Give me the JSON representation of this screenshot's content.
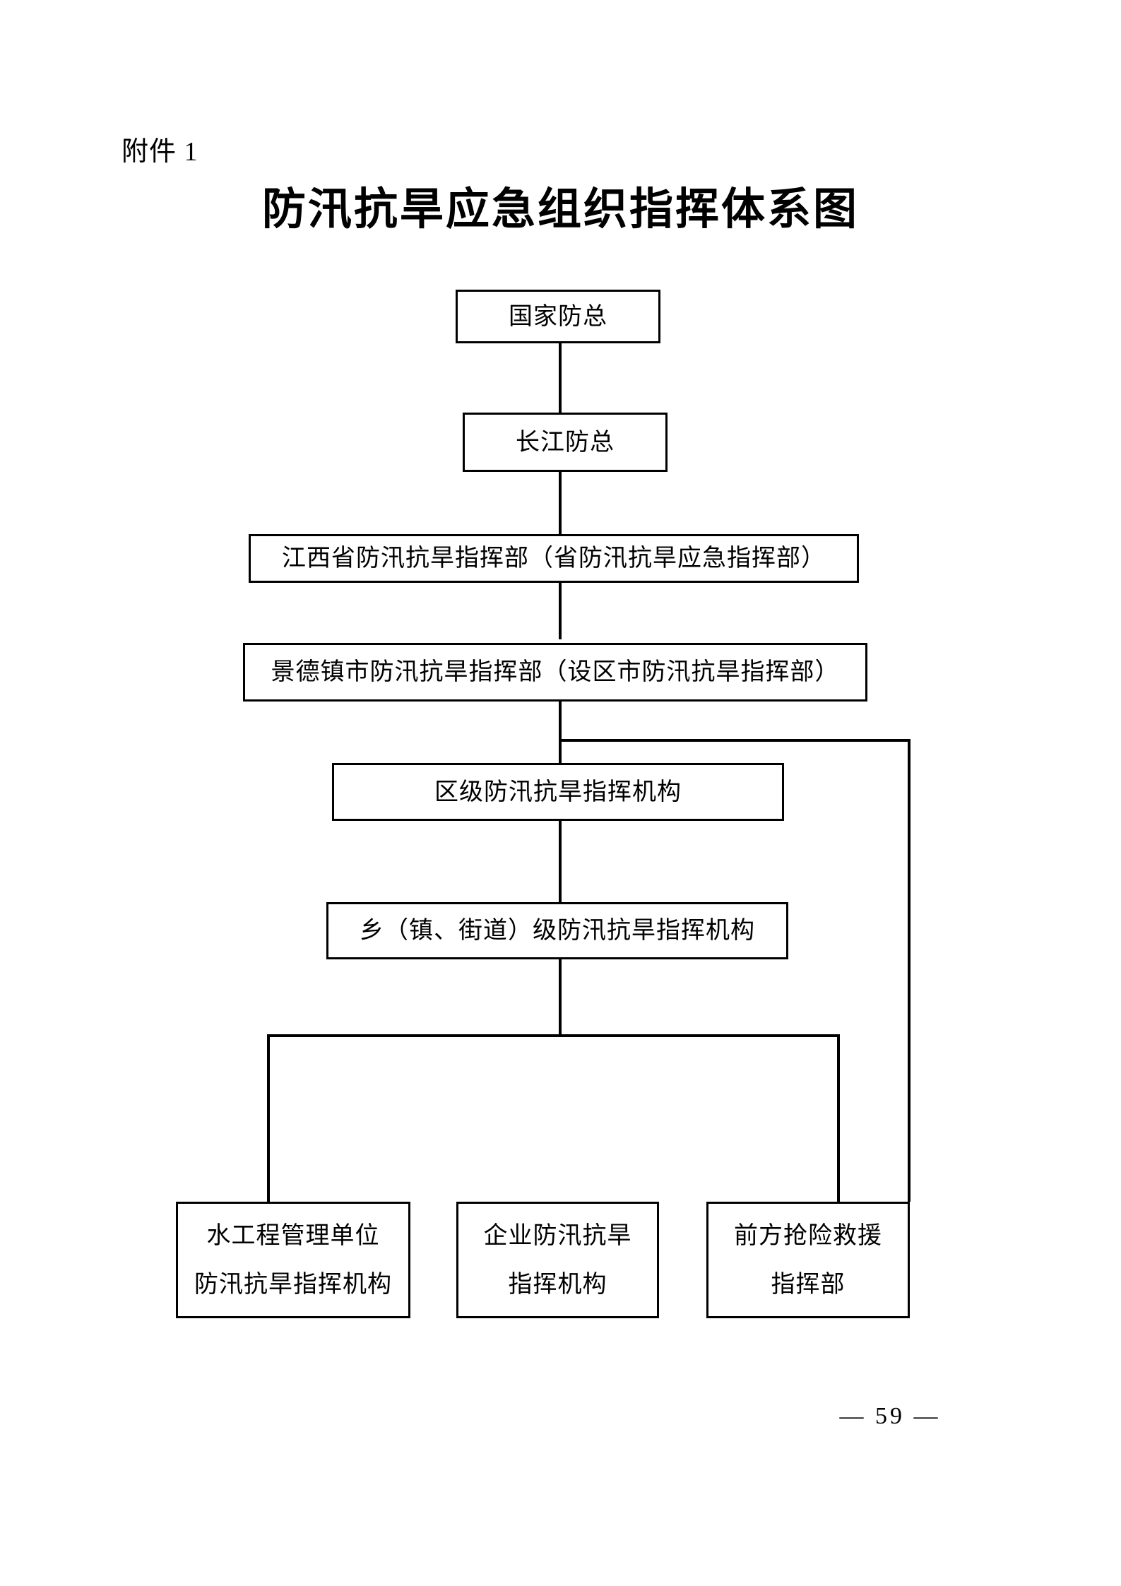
{
  "page": {
    "attachment_label": "附件 1",
    "title": "防汛抗旱应急组织指挥体系图",
    "footer": "— 59 —",
    "line_color": "#000000",
    "background_color": "#ffffff"
  },
  "chart_data": {
    "type": "diagram",
    "title": "防汛抗旱应急组织指挥体系图",
    "nodes": [
      {
        "id": "n1",
        "label": "国家防总",
        "lines": [
          "国家防总"
        ],
        "level": 1
      },
      {
        "id": "n2",
        "label": "长江防总",
        "lines": [
          "长江防总"
        ],
        "level": 2
      },
      {
        "id": "n3",
        "label": "江西省防汛抗旱指挥部（省防汛抗旱应急指挥部）",
        "lines": [
          "江西省防汛抗旱指挥部（省防汛抗旱应急指挥部）"
        ],
        "level": 3
      },
      {
        "id": "n4",
        "label": "景德镇市防汛抗旱指挥部（设区市防汛抗旱指挥部）",
        "lines": [
          "景德镇市防汛抗旱指挥部（设区市防汛抗旱指挥部）"
        ],
        "level": 4
      },
      {
        "id": "n5",
        "label": "区级防汛抗旱指挥机构",
        "lines": [
          "区级防汛抗旱指挥机构"
        ],
        "level": 5
      },
      {
        "id": "n6",
        "label": "乡（镇、街道）级防汛抗旱指挥机构",
        "lines": [
          "乡（镇、街道）级防汛抗旱指挥机构"
        ],
        "level": 6
      },
      {
        "id": "n7",
        "label": "水工程管理单位防汛抗旱指挥机构",
        "lines": [
          "水工程管理单位",
          "防汛抗旱指挥机构"
        ],
        "level": 7
      },
      {
        "id": "n8",
        "label": "企业防汛抗旱指挥机构",
        "lines": [
          "企业防汛抗旱",
          "指挥机构"
        ],
        "level": 7
      },
      {
        "id": "n9",
        "label": "前方抢险救援指挥部",
        "lines": [
          "前方抢险救援",
          "指挥部"
        ],
        "level": 7
      }
    ],
    "edges": [
      {
        "from": "n1",
        "to": "n2"
      },
      {
        "from": "n2",
        "to": "n3"
      },
      {
        "from": "n3",
        "to": "n4"
      },
      {
        "from": "n4",
        "to": "n5"
      },
      {
        "from": "n4",
        "to": "n9"
      },
      {
        "from": "n5",
        "to": "n6"
      },
      {
        "from": "n6",
        "to": "n7"
      },
      {
        "from": "n6",
        "to": "n9"
      }
    ]
  },
  "nodes": {
    "national": {
      "line1": "国家防总"
    },
    "yangtze": {
      "line1": "长江防总"
    },
    "province": {
      "line1": "江西省防汛抗旱指挥部（省防汛抗旱应急指挥部）"
    },
    "city": {
      "line1": "景德镇市防汛抗旱指挥部（设区市防汛抗旱指挥部）"
    },
    "district": {
      "line1": "区级防汛抗旱指挥机构"
    },
    "township": {
      "line1": "乡（镇、街道）级防汛抗旱指挥机构"
    },
    "water_project": {
      "line1": "水工程管理单位",
      "line2": "防汛抗旱指挥机构"
    },
    "enterprise": {
      "line1": "企业防汛抗旱",
      "line2": "指挥机构"
    },
    "front_rescue": {
      "line1": "前方抢险救援",
      "line2": "指挥部"
    }
  }
}
